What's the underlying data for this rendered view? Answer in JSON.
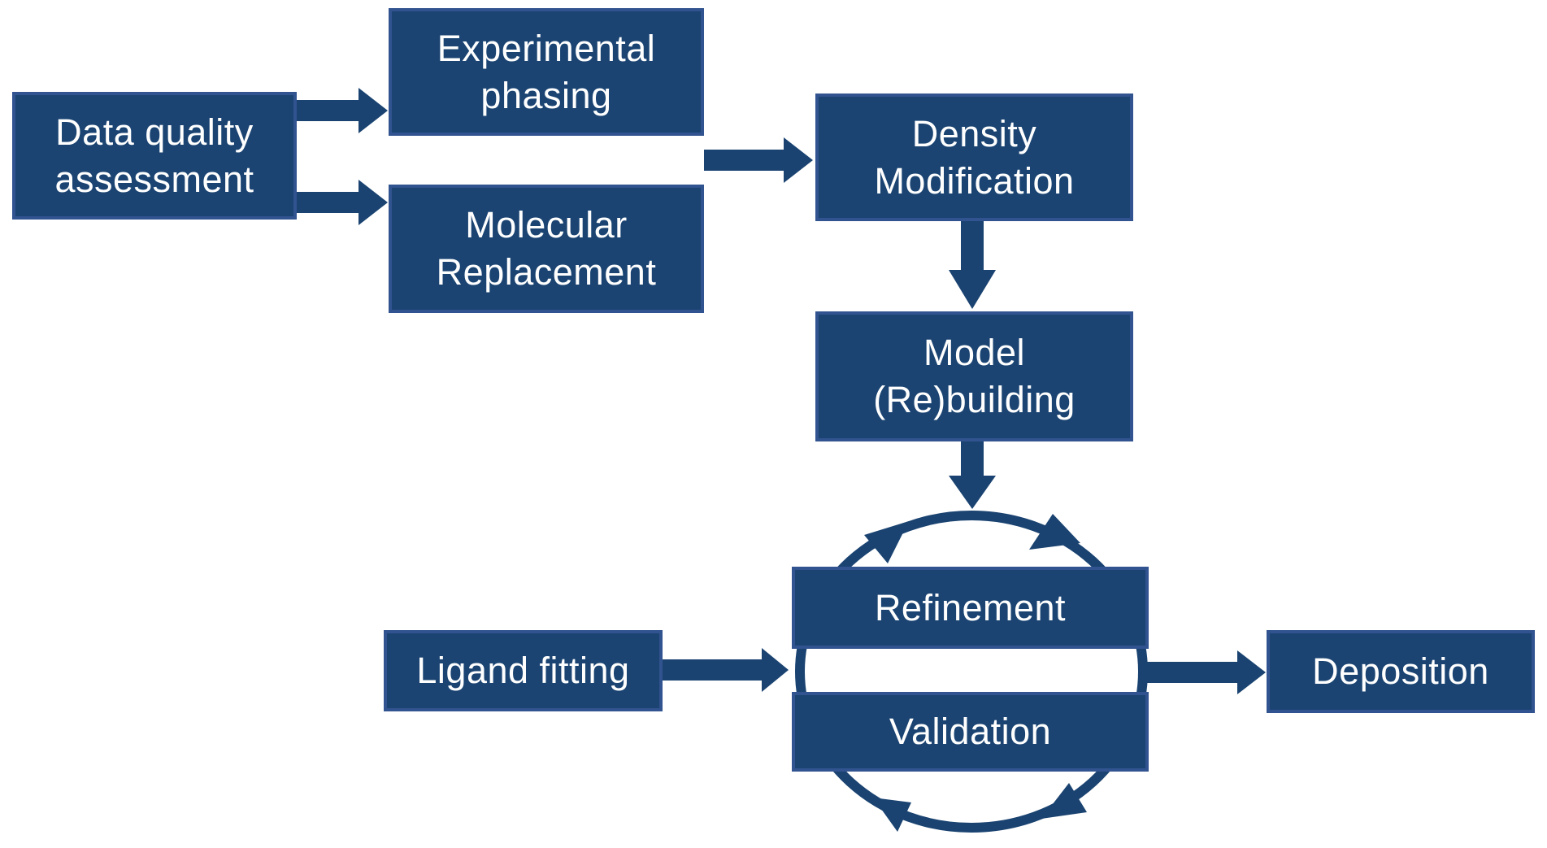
{
  "diagram": {
    "type": "flowchart",
    "background": "#FFFFFF",
    "colors": {
      "node_fill": "#1B4472",
      "node_border": "#31538F",
      "arrow": "#1A4371",
      "text": "#FFFFFF"
    },
    "nodes": {
      "data_quality": {
        "label": "Data quality\nassessment"
      },
      "experimental_phasing": {
        "label": "Experimental\nphasing"
      },
      "molecular_replacement": {
        "label": "Molecular\nReplacement"
      },
      "density_modification": {
        "label": "Density\nModification"
      },
      "model_rebuilding": {
        "label": "Model\n(Re)building"
      },
      "refinement": {
        "label": "Refinement"
      },
      "validation": {
        "label": "Validation"
      },
      "ligand_fitting": {
        "label": "Ligand fitting"
      },
      "deposition": {
        "label": "Deposition"
      }
    },
    "edges": [
      {
        "from": "Data quality assessment",
        "to": "Experimental phasing"
      },
      {
        "from": "Data quality assessment",
        "to": "Molecular Replacement"
      },
      {
        "from": "Experimental phasing / Molecular Replacement",
        "to": "Density Modification"
      },
      {
        "from": "Density Modification",
        "to": "Model (Re)building"
      },
      {
        "from": "Model (Re)building",
        "to": "Refinement-Validation cycle"
      },
      {
        "from": "Ligand fitting",
        "to": "Refinement-Validation cycle"
      },
      {
        "from": "Refinement-Validation cycle",
        "to": "Deposition"
      },
      {
        "from": "Refinement",
        "to": "Validation",
        "type": "cycle"
      },
      {
        "from": "Validation",
        "to": "Refinement",
        "type": "cycle"
      }
    ]
  }
}
